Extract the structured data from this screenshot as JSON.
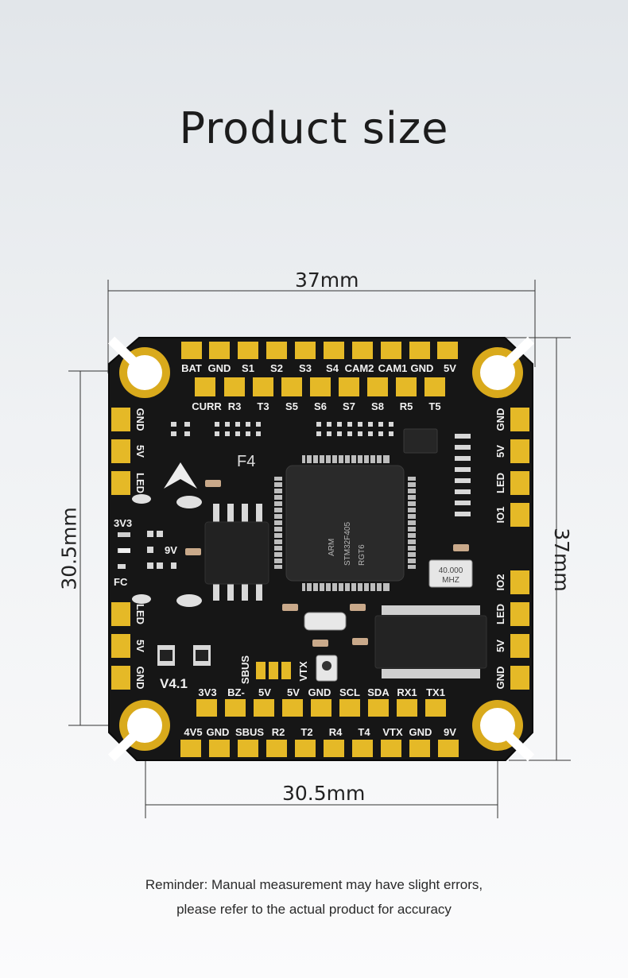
{
  "title": "Product size",
  "dimensions": {
    "top_width": "37mm",
    "right_height": "37mm",
    "left_mount": "30.5mm",
    "bottom_mount": "30.5mm"
  },
  "board": {
    "model": "F4",
    "version": "V4.1",
    "mcu_marks": [
      "ARM",
      "STM32F405",
      "RGT6"
    ],
    "crystal": [
      "40.000",
      "MHZ"
    ],
    "top_row_1": [
      "BAT",
      "GND",
      "S1",
      "S2",
      "S3",
      "S4",
      "CAM2",
      "CAM1",
      "GND",
      "5V"
    ],
    "top_row_2": [
      "CURR",
      "R3",
      "T3",
      "S5",
      "S6",
      "S7",
      "S8",
      "R5",
      "T5"
    ],
    "left_top": [
      "GND",
      "5V",
      "LED"
    ],
    "left_mid": [
      "3V3",
      "9V",
      "FC"
    ],
    "left_bottom": [
      "LED",
      "5V",
      "GND"
    ],
    "right_top": [
      "GND",
      "5V",
      "LED",
      "IO1"
    ],
    "right_bottom": [
      "IO2",
      "LED",
      "5V",
      "GND"
    ],
    "bottom_row_1": [
      "3V3",
      "BZ-",
      "5V",
      "5V",
      "GND",
      "SCL",
      "SDA",
      "RX1",
      "TX1"
    ],
    "bottom_row_2": [
      "4V5",
      "GND",
      "SBUS",
      "R2",
      "T2",
      "R4",
      "T4",
      "VTX",
      "GND",
      "9V"
    ],
    "mid_labels": [
      "SBUS",
      "VTX"
    ],
    "colors": {
      "pcb": "#161616",
      "gold": "#e5b927",
      "silk": "#f0f0f0"
    }
  },
  "reminder": {
    "line1": "Reminder: Manual measurement may have slight errors,",
    "line2": "please refer to the actual product for accuracy"
  }
}
